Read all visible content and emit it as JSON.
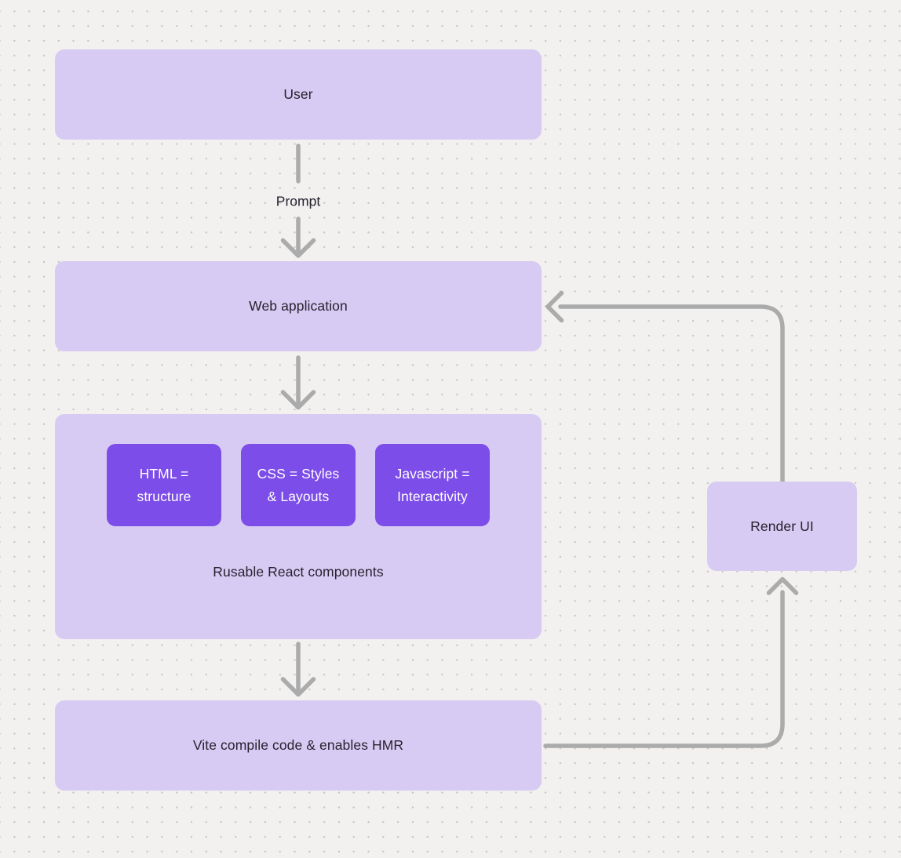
{
  "diagram": {
    "nodes": {
      "user": {
        "label": "User"
      },
      "web_application": {
        "label": "Web application"
      },
      "components_group": {
        "label": "Rusable React components",
        "children": [
          {
            "line1": "HTML =",
            "line2": "structure"
          },
          {
            "line1": "CSS = Styles",
            "line2": "& Layouts"
          },
          {
            "line1": "Javascript =",
            "line2": "Interactivity"
          }
        ]
      },
      "vite": {
        "label": "Vite compile code & enables HMR"
      },
      "render_ui": {
        "label": "Render UI"
      }
    },
    "edges": {
      "prompt_label": "Prompt"
    },
    "colors": {
      "canvas_bg": "#F2F1F0",
      "dot": "#C8C5C2",
      "node_fill": "#D8CBF3",
      "node_text": "#26222F",
      "chip_fill": "#7C4DE8",
      "chip_text": "#FFFFFF",
      "connector": "#ABABAB"
    }
  }
}
